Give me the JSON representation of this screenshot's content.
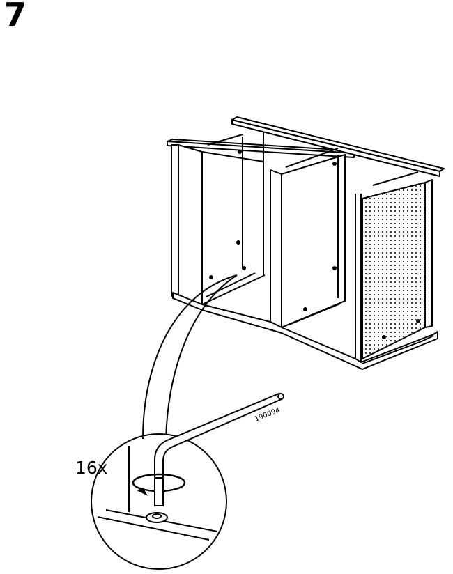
{
  "step_number": "7",
  "quantity": "16x",
  "tool_part_number": "190094",
  "colors": {
    "line": "#000000",
    "background": "#ffffff"
  },
  "icons": [
    "cabinet-frame-illustration",
    "allen-key-icon",
    "rotation-arrow-icon",
    "adjustable-foot-icon",
    "zoom-callout"
  ]
}
